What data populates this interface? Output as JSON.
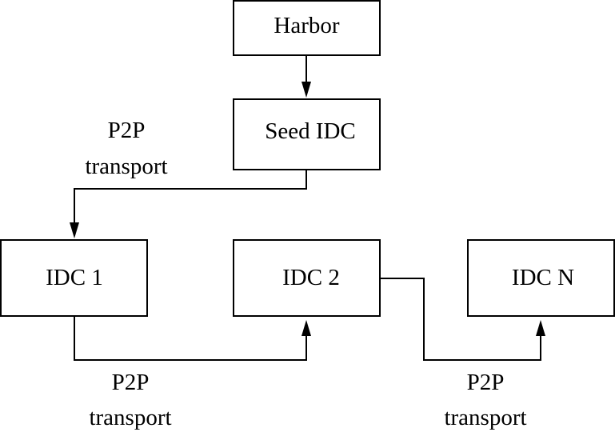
{
  "nodes": {
    "harbor": "Harbor",
    "seed_idc": "Seed IDC",
    "idc1": "IDC 1",
    "idc2": "IDC 2",
    "idcn": "IDC N"
  },
  "edge_labels": {
    "seed_to_idc1": {
      "line1": "P2P",
      "line2": "transport"
    },
    "idc1_to_idc2": {
      "line1": "P2P",
      "line2": "transport"
    },
    "idc2_to_idcn": {
      "line1": "P2P",
      "line2": "transport"
    }
  },
  "colors": {
    "stroke": "#000000",
    "background": "#ffffff"
  }
}
